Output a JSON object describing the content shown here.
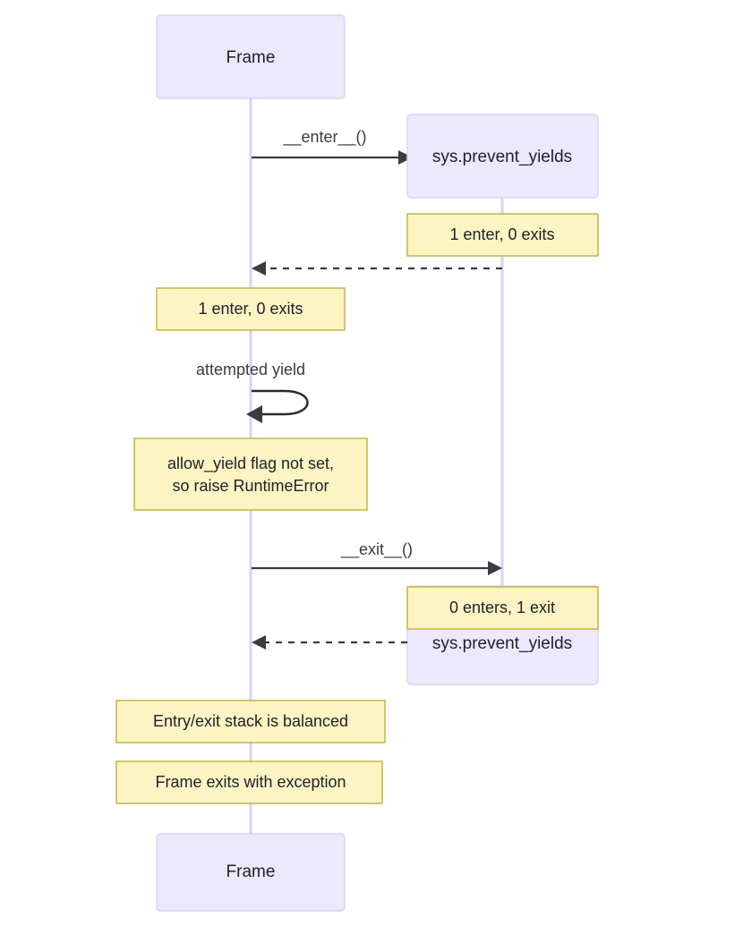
{
  "diagram": {
    "type": "sequence-diagram",
    "title": "",
    "colors": {
      "participant_fill": "#ECE8FD",
      "participant_stroke": "#D9D2F7",
      "lifeline": "#D9D2F7",
      "note_fill": "#FCF4C3",
      "note_stroke": "#BFB23C",
      "arrow": "#3B3B41",
      "text": "#20222B",
      "background": "#FFFFFF"
    },
    "participants": [
      {
        "id": "frame",
        "label": "Frame"
      },
      {
        "id": "sys",
        "label": "sys.prevent_yields"
      }
    ],
    "top_boxes": [
      {
        "label": "Frame"
      },
      {
        "label": "sys.prevent_yields"
      }
    ],
    "bottom_boxes": [
      {
        "label": "Frame"
      },
      {
        "label": "sys.prevent_yields"
      }
    ],
    "messages": [
      {
        "id": "m1",
        "label": "__enter__()",
        "from": "frame",
        "to": "sys",
        "style": "solid"
      },
      {
        "id": "m2",
        "label": "",
        "from": "sys",
        "to": "frame",
        "style": "dashed"
      },
      {
        "id": "m3",
        "label": "attempted yield",
        "from": "frame",
        "to": "frame",
        "style": "self-loop"
      },
      {
        "id": "m4",
        "label": "__exit__()",
        "from": "frame",
        "to": "sys",
        "style": "solid"
      },
      {
        "id": "m5",
        "label": "",
        "from": "sys",
        "to": "frame",
        "style": "dashed"
      }
    ],
    "notes": [
      {
        "id": "n1",
        "over": "sys",
        "lines": [
          "1 enter, 0 exits"
        ]
      },
      {
        "id": "n2",
        "over": "frame",
        "lines": [
          "1 enter, 0 exits"
        ]
      },
      {
        "id": "n3",
        "over": "frame",
        "lines": [
          "allow_yield flag not set,",
          "so raise RuntimeError"
        ]
      },
      {
        "id": "n4",
        "over": "sys",
        "lines": [
          "0 enters, 1 exit"
        ]
      },
      {
        "id": "n5",
        "over": "frame",
        "lines": [
          "Entry/exit stack is balanced"
        ]
      },
      {
        "id": "n6",
        "over": "frame",
        "lines": [
          "Frame exits with exception"
        ]
      }
    ]
  }
}
